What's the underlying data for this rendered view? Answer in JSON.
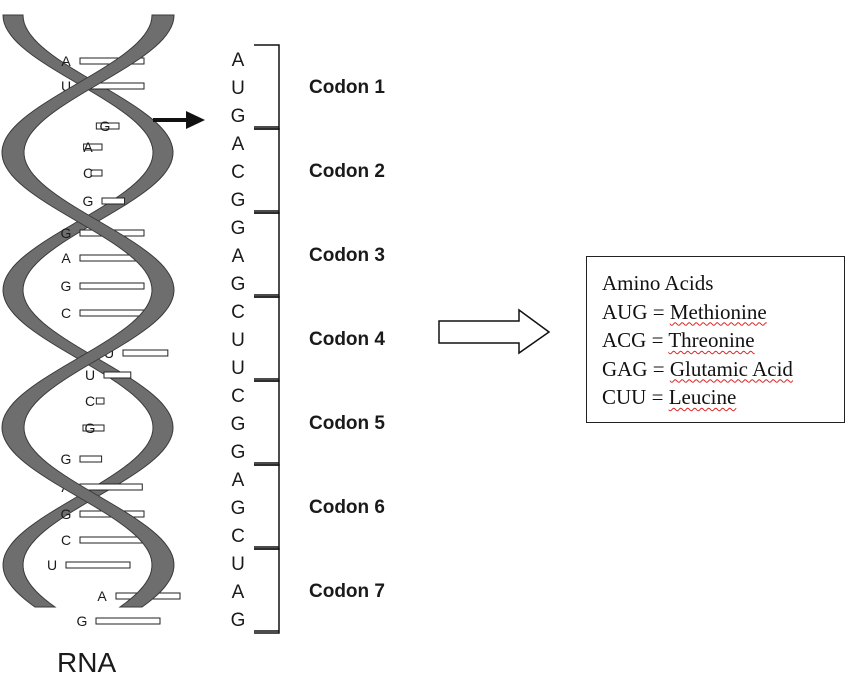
{
  "rna_label": "RNA",
  "helix_bases": [
    "A",
    "U",
    "G",
    "A",
    "C",
    "G",
    "G",
    "A",
    "G",
    "C",
    "U",
    "U",
    "C",
    "G",
    "G",
    "A",
    "G",
    "C",
    "U",
    "A",
    "G"
  ],
  "sequence": [
    "A",
    "U",
    "G",
    "A",
    "C",
    "G",
    "G",
    "A",
    "G",
    "C",
    "U",
    "U",
    "C",
    "G",
    "G",
    "A",
    "G",
    "C",
    "U",
    "A",
    "G"
  ],
  "codons": [
    "Codon 1",
    "Codon 2",
    "Codon 3",
    "Codon 4",
    "Codon 5",
    "Codon 6",
    "Codon 7"
  ],
  "amino_box": {
    "title": "Amino Acids",
    "entries": [
      {
        "codon": "AUG",
        "eq": " = ",
        "name": "Methionine"
      },
      {
        "codon": "ACG",
        "eq": " = ",
        "name": "Threonine"
      },
      {
        "codon": "GAG",
        "eq": " = ",
        "name": "Glutamic Acid"
      },
      {
        "codon": "CUU",
        "eq": " = ",
        "name": "Leucine"
      }
    ]
  },
  "colors": {
    "strand": "#6e6e6e",
    "strand_edge": "#3a3a3a",
    "ink": "#1a1a1a",
    "spellcheck": "#dd2222"
  }
}
